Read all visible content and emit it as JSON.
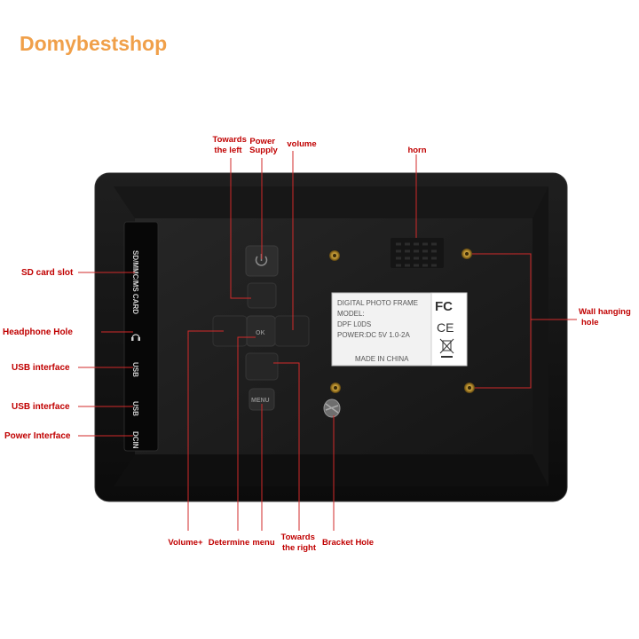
{
  "brand": "Domybestshop",
  "labels": {
    "towards_left": [
      "Towards",
      "the left"
    ],
    "power_supply": [
      "Power",
      "Supply"
    ],
    "volume": "volume",
    "horn": "horn",
    "sd_slot": "SD card slot",
    "headphone": "Headphone Hole",
    "usb1": "USB interface",
    "usb2": "USB interface",
    "power_interface": "Power Interface",
    "wall_hanging": [
      "Wall hanging",
      "hole"
    ],
    "volume_plus": "Volume+",
    "determine": "Determine",
    "menu": "menu",
    "towards_right": [
      "Towards",
      "the right"
    ],
    "bracket_hole": "Bracket Hole"
  },
  "ports": {
    "card": "SD/MMC/MS CARD",
    "usb_a": "USB",
    "usb_b": "USB",
    "dcin": "DCIN"
  },
  "sticker": {
    "lines": [
      "DIGITAL PHOTO FRAME",
      "MODEL:",
      "DPF L0DS",
      "POWER:DC  5V  1.0-2A",
      "MADE IN CHINA"
    ],
    "fc": "FC",
    "ce": "CE"
  },
  "buttons": {
    "menu": "MENU",
    "ok": "OK"
  }
}
